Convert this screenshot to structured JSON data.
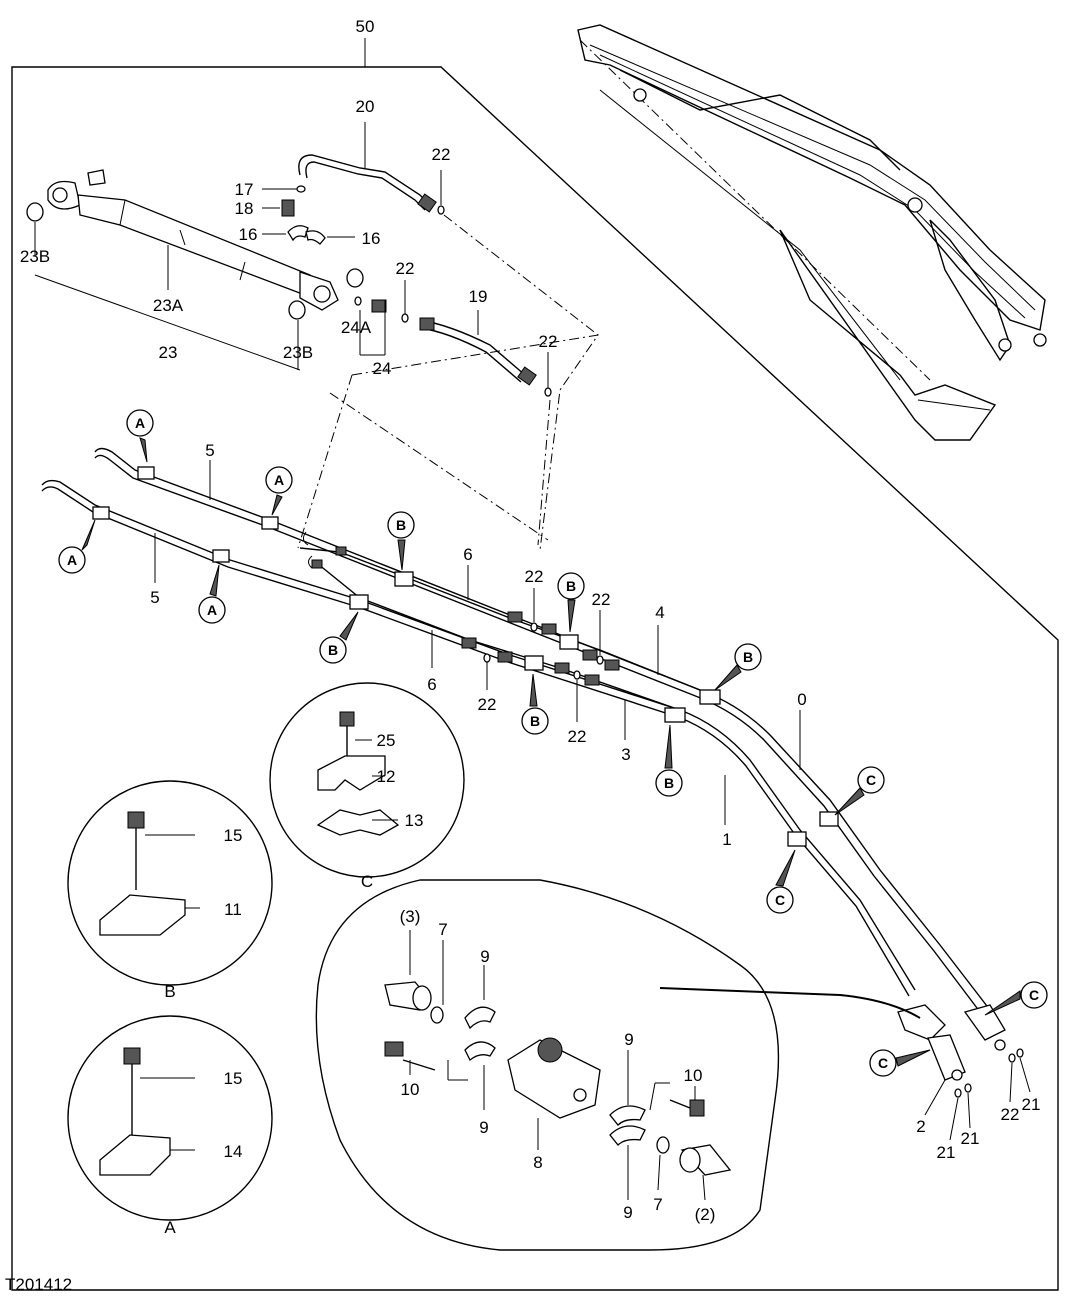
{
  "figure_id": "T201412",
  "callouts": {
    "c50": "50",
    "c20": "20",
    "c22a": "22",
    "c17": "17",
    "c18": "18",
    "c16a": "16",
    "c16b": "16",
    "c23B_left": "23B",
    "c23A": "23A",
    "c23": "23",
    "c23B_right": "23B",
    "c22b": "22",
    "c19": "19",
    "c24A": "24A",
    "c24": "24",
    "c22c": "22",
    "c5a": "5",
    "c5b": "5",
    "c6a": "6",
    "c6b": "6",
    "c22d": "22",
    "c22e": "22",
    "c22f": "22",
    "c22g": "22",
    "c4": "4",
    "c0": "0",
    "c3": "3",
    "c1": "1",
    "c25": "25",
    "c12": "12",
    "c13": "13",
    "c15a": "15",
    "c11": "11",
    "c15b": "15",
    "c14": "14",
    "c3p": "(3)",
    "c7a": "7",
    "c9a": "9",
    "c9b": "9",
    "c10a": "10",
    "c9c": "9",
    "c10b": "10",
    "c9d": "9",
    "c8": "8",
    "c7b": "7",
    "c2p": "(2)",
    "c2": "2",
    "c21a": "21",
    "c21b": "21",
    "c22h": "22",
    "c21c": "21"
  },
  "clamp_markers": {
    "A": "A",
    "B": "B",
    "C": "C"
  },
  "detail_captions": {
    "A": "A",
    "B": "B",
    "C": "C"
  }
}
